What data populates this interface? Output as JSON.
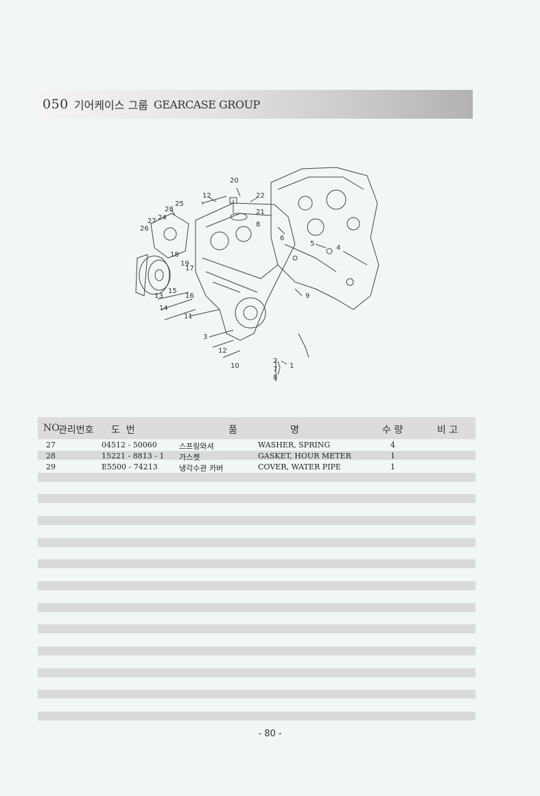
{
  "header": {
    "group_code": "050",
    "group_name_ko": "기어케이스 그룹",
    "group_name_en": "GEARCASE GROUP"
  },
  "diagram": {
    "callouts": [
      "20",
      "12",
      "22",
      "25",
      "28",
      "21",
      "8",
      "24",
      "27",
      "26",
      "6",
      "5",
      "4",
      "18",
      "19",
      "17",
      "16",
      "15",
      "13",
      "14",
      "11",
      "9",
      "3",
      "12",
      "10",
      "2",
      "7",
      "8",
      "1"
    ]
  },
  "table": {
    "headers": {
      "no": "NO",
      "mgmt_no": "관리번호",
      "drawing_no": "도  번",
      "part_name_1": "품",
      "part_name_2": "명",
      "qty": "수 량",
      "remarks": "비 고"
    },
    "rows": [
      {
        "no": "27",
        "part_no": "04512 - 50060",
        "name_ko": "스프링와셔",
        "name_en": "WASHER, SPRING",
        "qty": "4"
      },
      {
        "no": "28",
        "part_no": "15221 - 8813 - 1",
        "name_ko": "가스켓",
        "name_en": "GASKET, HOUR METER",
        "qty": "1"
      },
      {
        "no": "29",
        "part_no": "E5500 - 74213",
        "name_ko": "냉각수관 카버",
        "name_en": "COVER, WATER PIPE",
        "qty": "1"
      }
    ]
  },
  "footer": {
    "page_number": "- 80 -"
  }
}
